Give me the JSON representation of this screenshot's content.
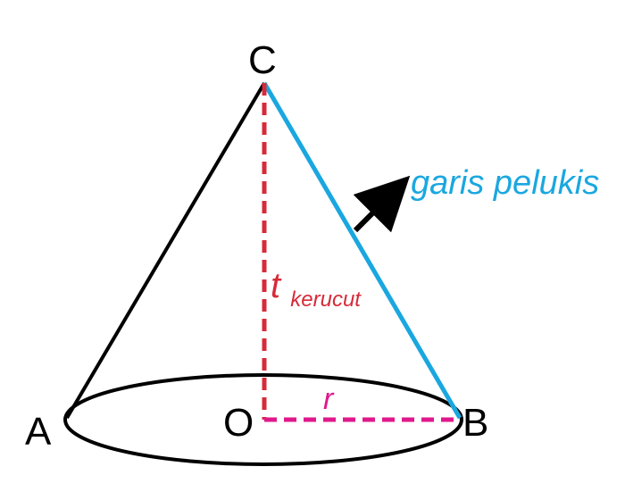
{
  "points": {
    "apex": "C",
    "left": "A",
    "right": "B",
    "center": "O"
  },
  "labels": {
    "slant_height": "garis pelukis",
    "height_main": "t",
    "height_sub": "kerucut",
    "radius": "r"
  },
  "colors": {
    "outline": "#000000",
    "slant": "#1aa7e0",
    "height": "#d62b3a",
    "radius": "#e0188c",
    "arrow": "#000000"
  }
}
